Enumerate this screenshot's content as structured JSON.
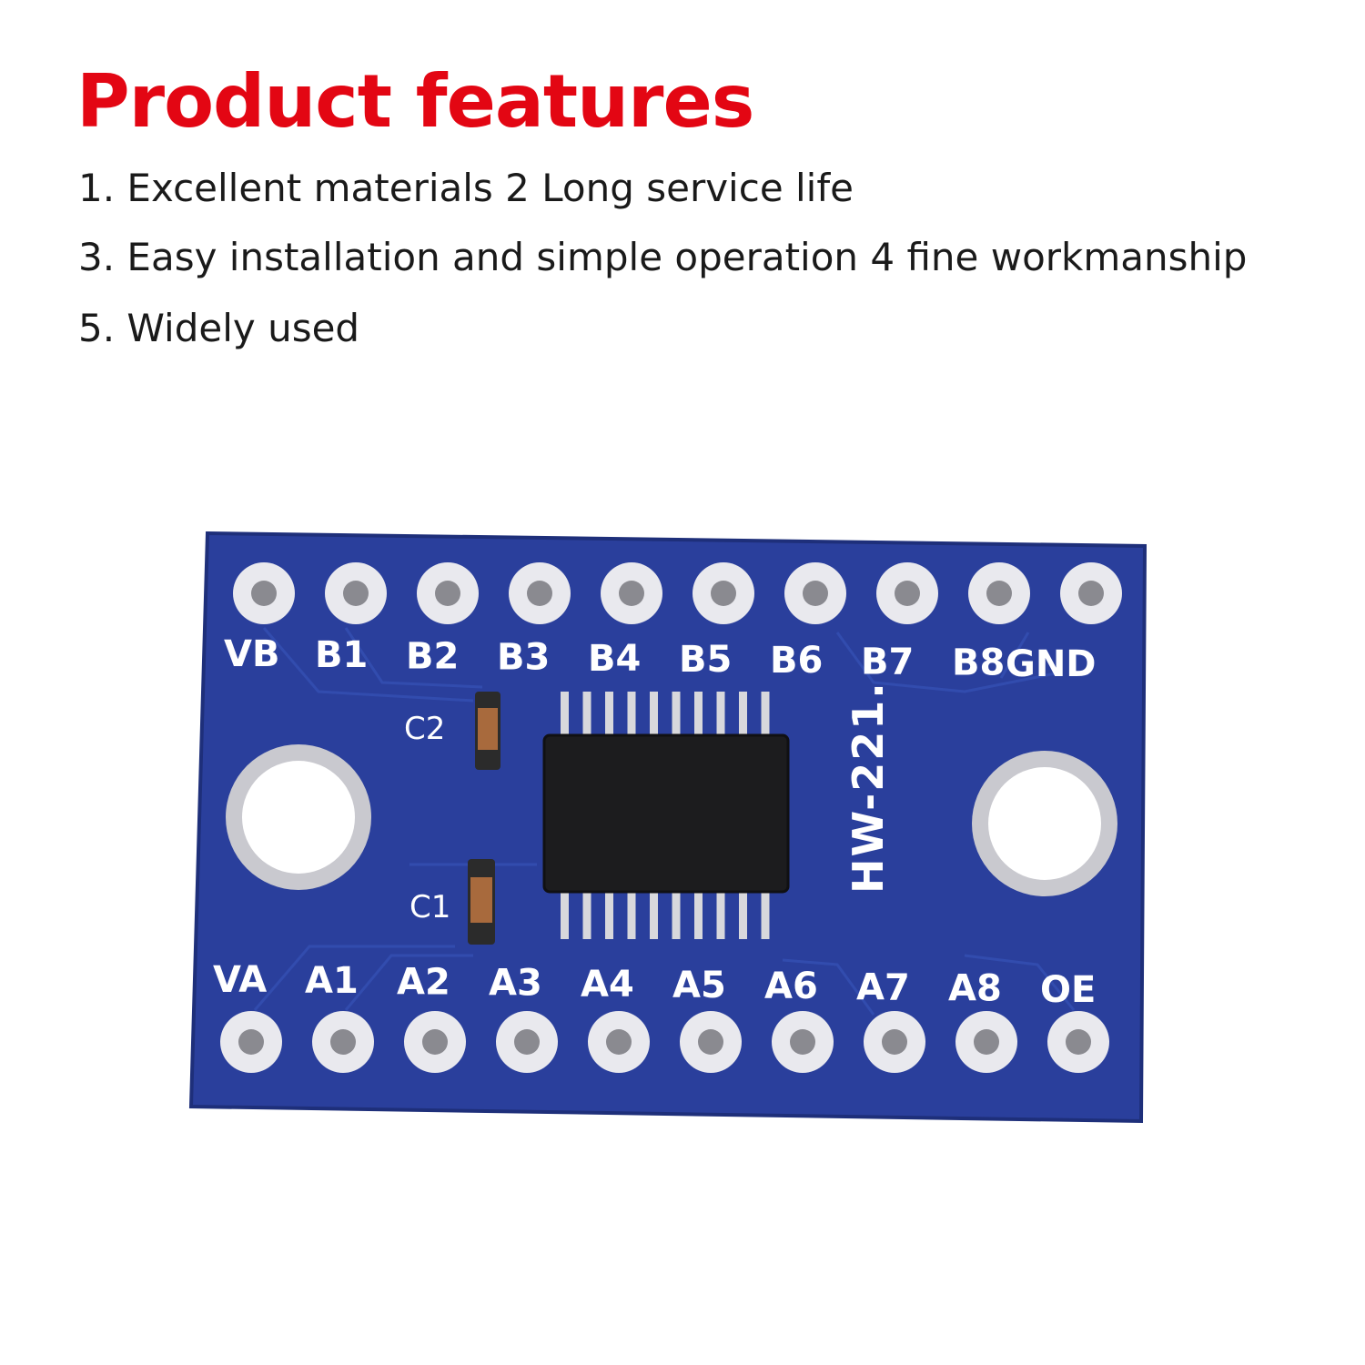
{
  "headline": "Product features",
  "features": [
    "1. Excellent materials 2 Long service life",
    "3. Easy installation and simple operation 4 fine workmanship",
    "5. Widely used"
  ],
  "board": {
    "top_pins": [
      "VB",
      "B1",
      "B2",
      "B3",
      "B4",
      "B5",
      "B6",
      "B7",
      "B8",
      "GND"
    ],
    "bottom_pins": [
      "VA",
      "A1",
      "A2",
      "A3",
      "A4",
      "A5",
      "A6",
      "A7",
      "A8",
      "OE"
    ],
    "capacitor_top": "C2",
    "capacitor_bottom": "C1",
    "model": "HW-221."
  },
  "colors": {
    "headline": "#e30613",
    "pcb": "#2a3f9c",
    "pcb_edge": "#1e2f7a",
    "pad": "#e9e9ee",
    "chip": "#1c1c1e"
  }
}
